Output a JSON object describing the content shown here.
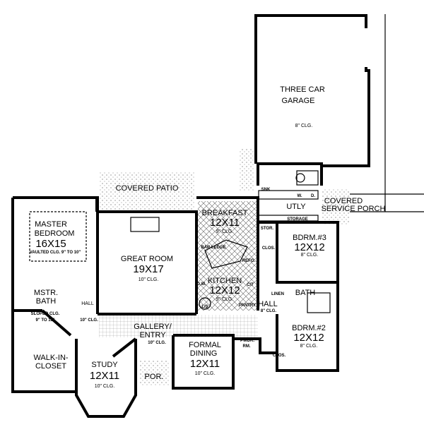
{
  "plan": {
    "garage": {
      "name": "THREE CAR",
      "name2": "GARAGE",
      "ceiling": "8\" CLG."
    },
    "covered_patio": {
      "name": "COVERED PATIO"
    },
    "master_bedroom": {
      "name": "MASTER",
      "name2": "BEDROOM",
      "size": "16X15",
      "ceiling": "VAULTED CLG. 9\" TO 10\""
    },
    "great_room": {
      "name": "GREAT ROOM",
      "size": "19X17",
      "ceiling": "10\" CLG."
    },
    "breakfast": {
      "name": "BREAKFAST",
      "size": "12X11",
      "ceiling": "9\" CLG."
    },
    "kitchen": {
      "name": "KITCHEN",
      "size": "12X12",
      "ceiling": "9\" CLG.",
      "bar_ledge": "BAR LEDGE",
      "refg": "REFG.",
      "dw": "D.W.",
      "ct": "C/T",
      "ls": "L/S",
      "pantry": "PANTRY"
    },
    "utility": {
      "name": "UTLY",
      "sink": "SNK",
      "w": "W.",
      "d": "D.",
      "storage": "STORAGE"
    },
    "service_porch": {
      "name": "COVERED",
      "name2": "SERVICE PORCH"
    },
    "bdrm3": {
      "name": "BDRM.#3",
      "size": "12X12",
      "ceiling": "8\" CLG.",
      "stor": "STOR.",
      "clos": "CLOS."
    },
    "bath": {
      "name": "BATH",
      "linen": "LINEN"
    },
    "hall_right": {
      "name": "HALL",
      "ceiling": "8\" CLG."
    },
    "bdrm2": {
      "name": "BDRM.#2",
      "size": "12X12",
      "ceiling": "8\" CLG.",
      "clos": "CLOS."
    },
    "mstr_bath": {
      "name": "MSTR.",
      "name2": "BATH",
      "ceiling": "SLOPED CLG.",
      "ceiling2": "9\" TO 11\""
    },
    "hall_left": {
      "name": "HALL",
      "ceiling": "10\" CLG."
    },
    "walk_in_closet": {
      "name": "WALK-IN-",
      "name2": "CLOSET"
    },
    "gallery": {
      "name": "GALLERY/",
      "name2": "ENTRY",
      "ceiling": "10\" CLG."
    },
    "study": {
      "name": "STUDY",
      "size": "12X11",
      "ceiling": "10\" CLG."
    },
    "porch": {
      "name": "POR."
    },
    "formal_dining": {
      "name": "FORMAL",
      "name2": "DINING",
      "size": "12X11",
      "ceiling": "10\" CLG."
    },
    "powder": {
      "name": "PWDR.",
      "name2": "RM."
    }
  }
}
